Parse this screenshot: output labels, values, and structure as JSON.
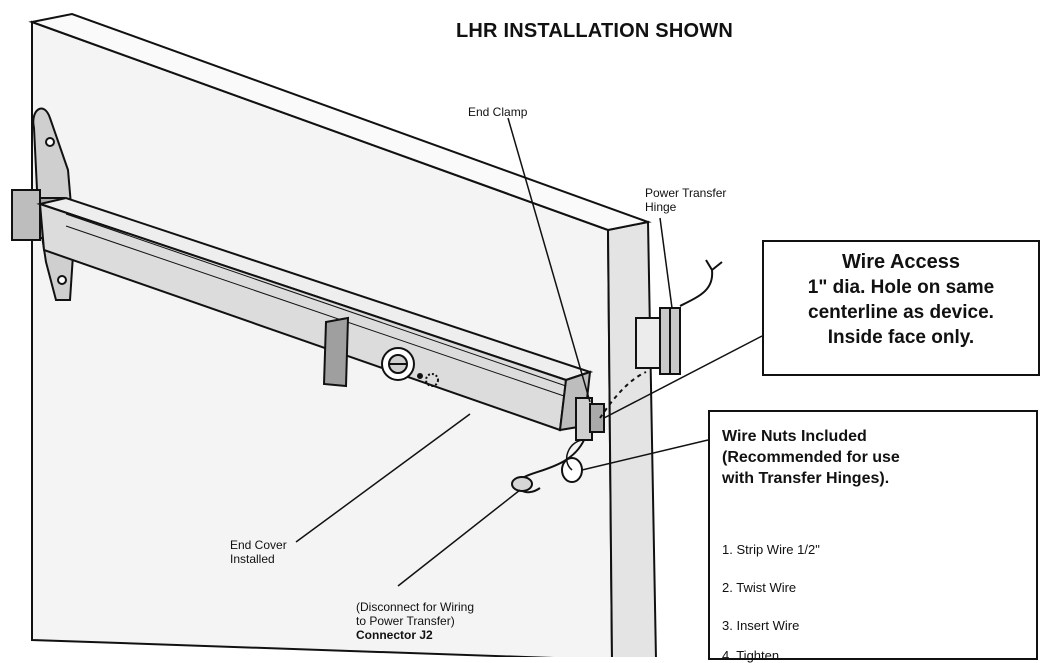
{
  "title": "LHR INSTALLATION SHOWN",
  "labels": {
    "end_clamp": "End Clamp",
    "power_transfer_hinge": [
      "Power Transfer",
      "Hinge"
    ],
    "end_cover": [
      "End Cover",
      "Installed"
    ],
    "disconnect_note": [
      "(Disconnect for Wiring",
      "to Power Transfer)"
    ],
    "connector": "Connector J2"
  },
  "wire_access": {
    "lines": [
      "Wire Access",
      "1\" dia. Hole on same",
      "centerline as device.",
      "Inside face only."
    ]
  },
  "wire_nuts": {
    "heading": [
      "Wire Nuts Included",
      "(Recommended for use",
      "with Transfer Hinges)."
    ],
    "steps": [
      "1. Strip Wire 1/2\"",
      "2. Twist Wire",
      "3. Insert Wire",
      "4. Tighten"
    ]
  },
  "colors": {
    "ink": "#111111",
    "door_fill": "#f4f4f4",
    "bar_fill": "#dcdcdc",
    "background": "#ffffff"
  }
}
